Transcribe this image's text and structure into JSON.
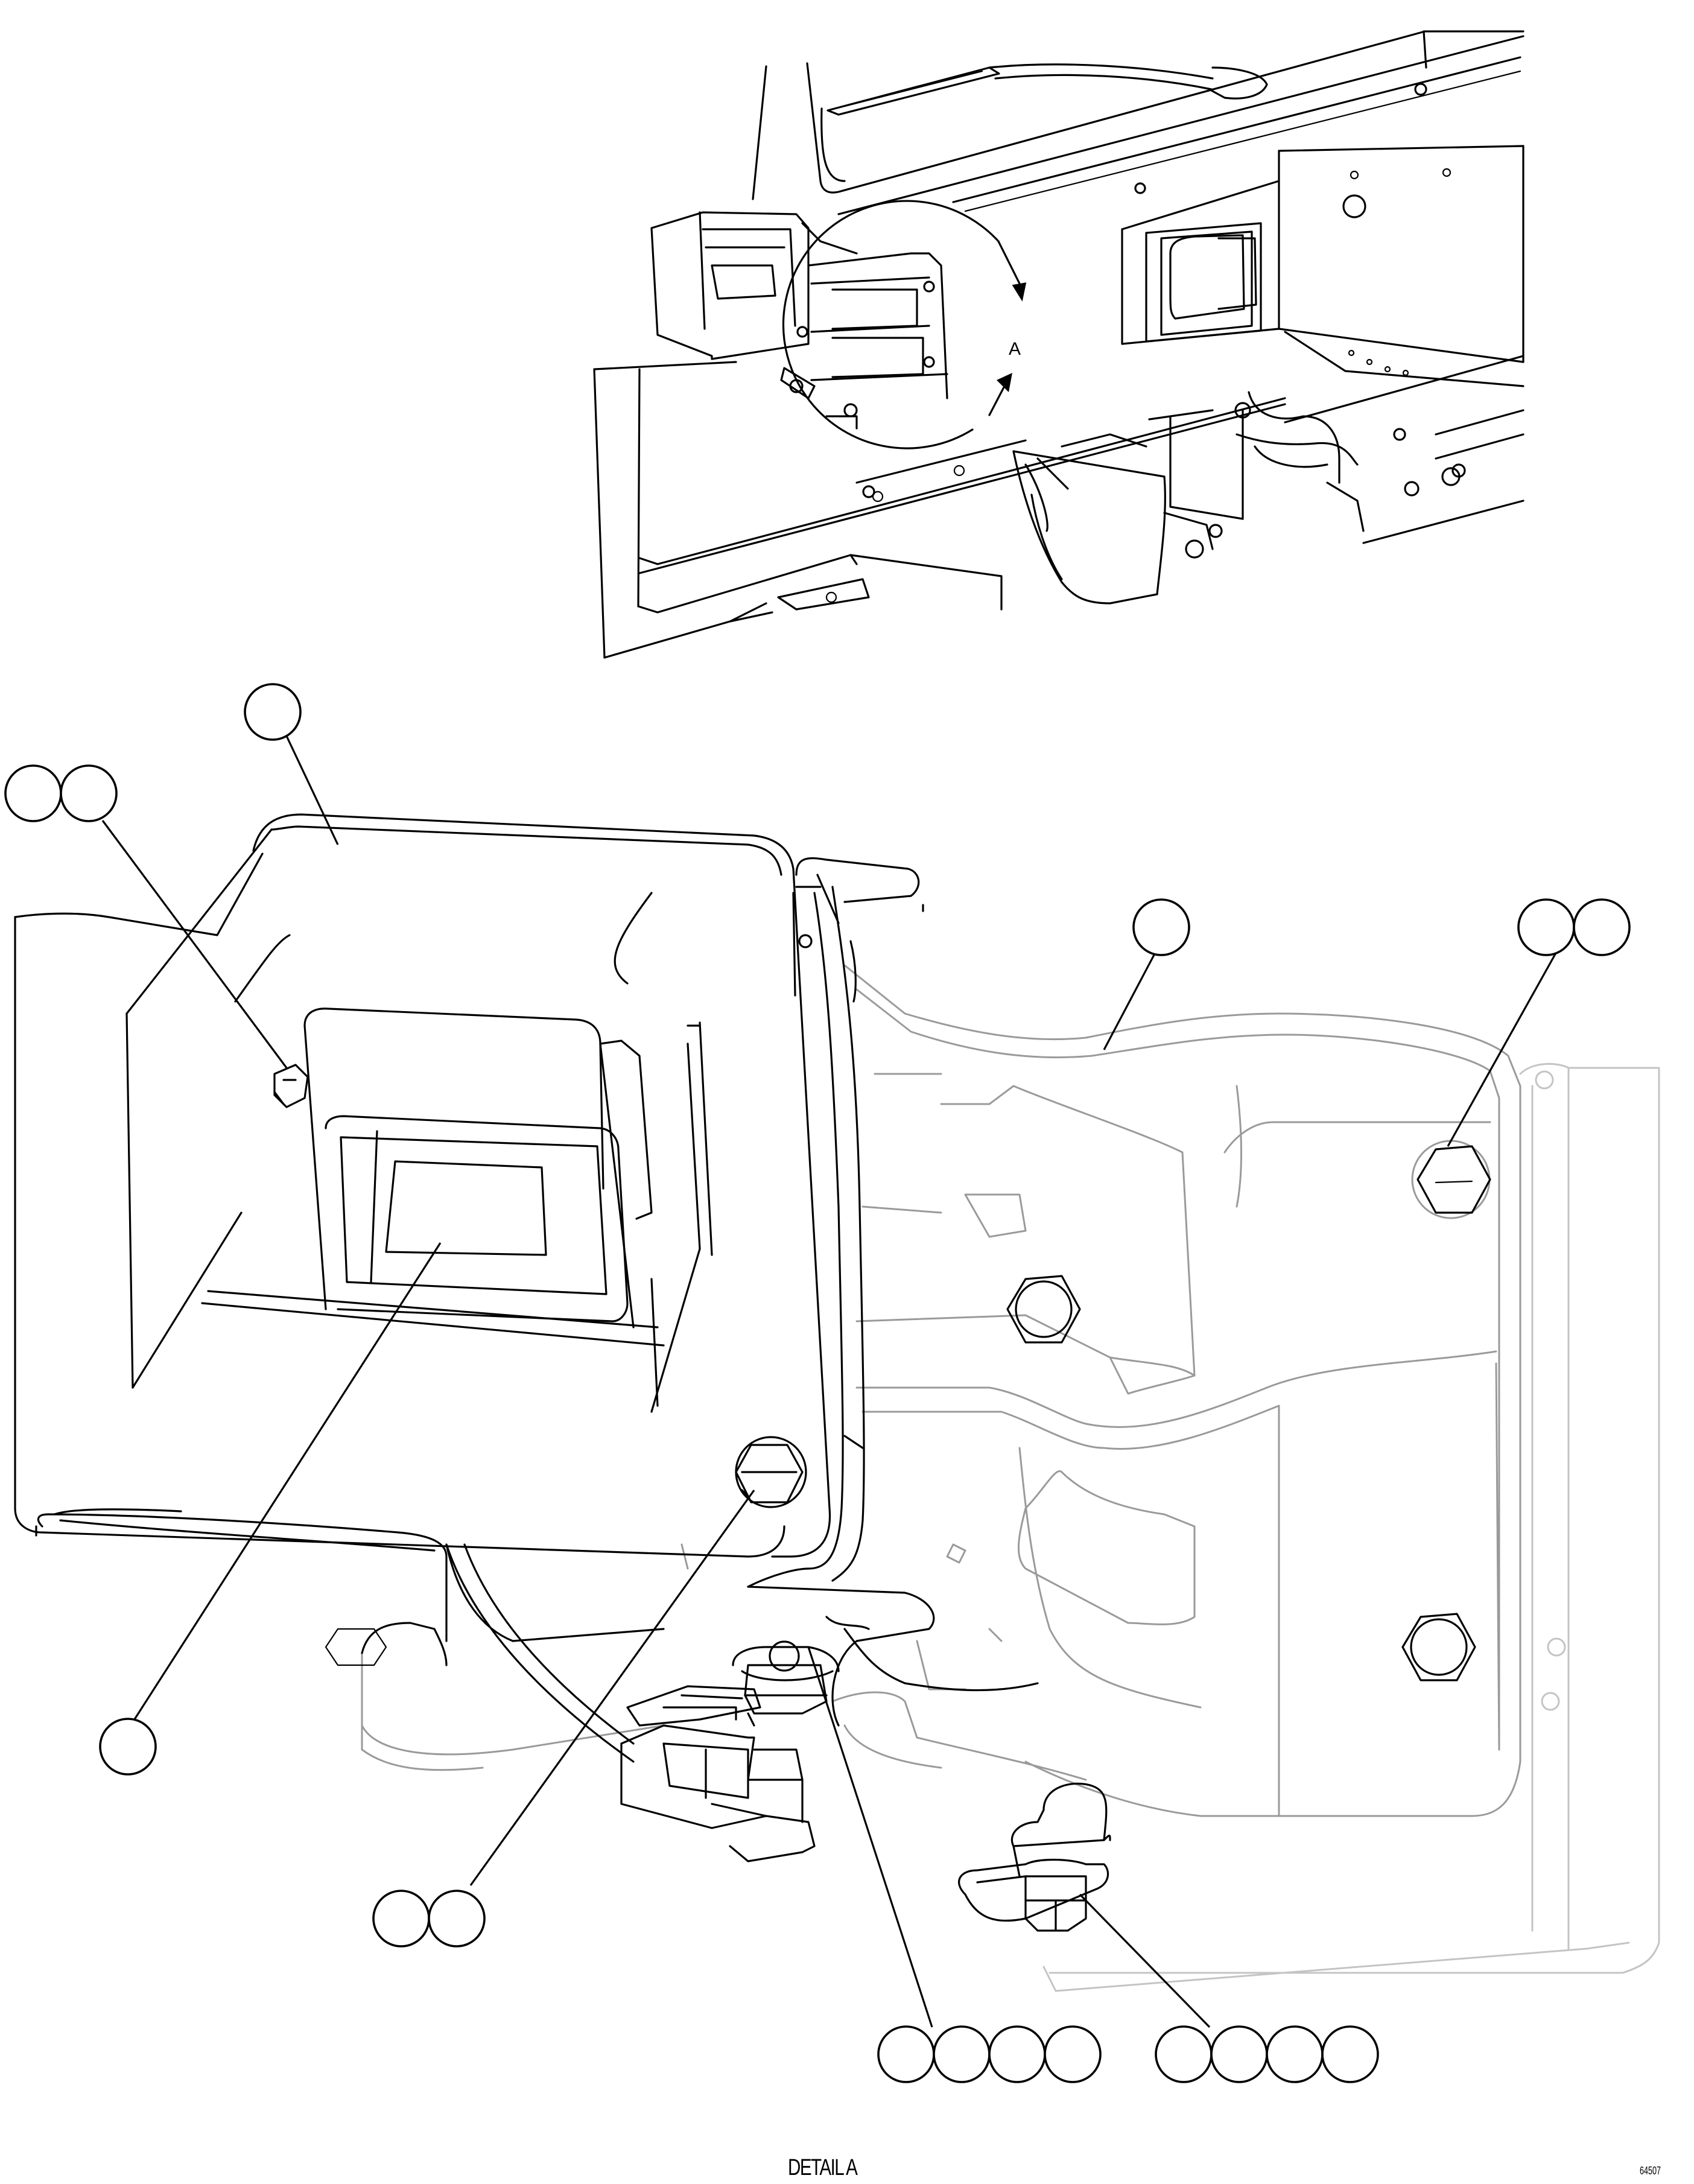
{
  "detail_marker": "A",
  "caption": "DETAIL A",
  "figure_number": "64507"
}
